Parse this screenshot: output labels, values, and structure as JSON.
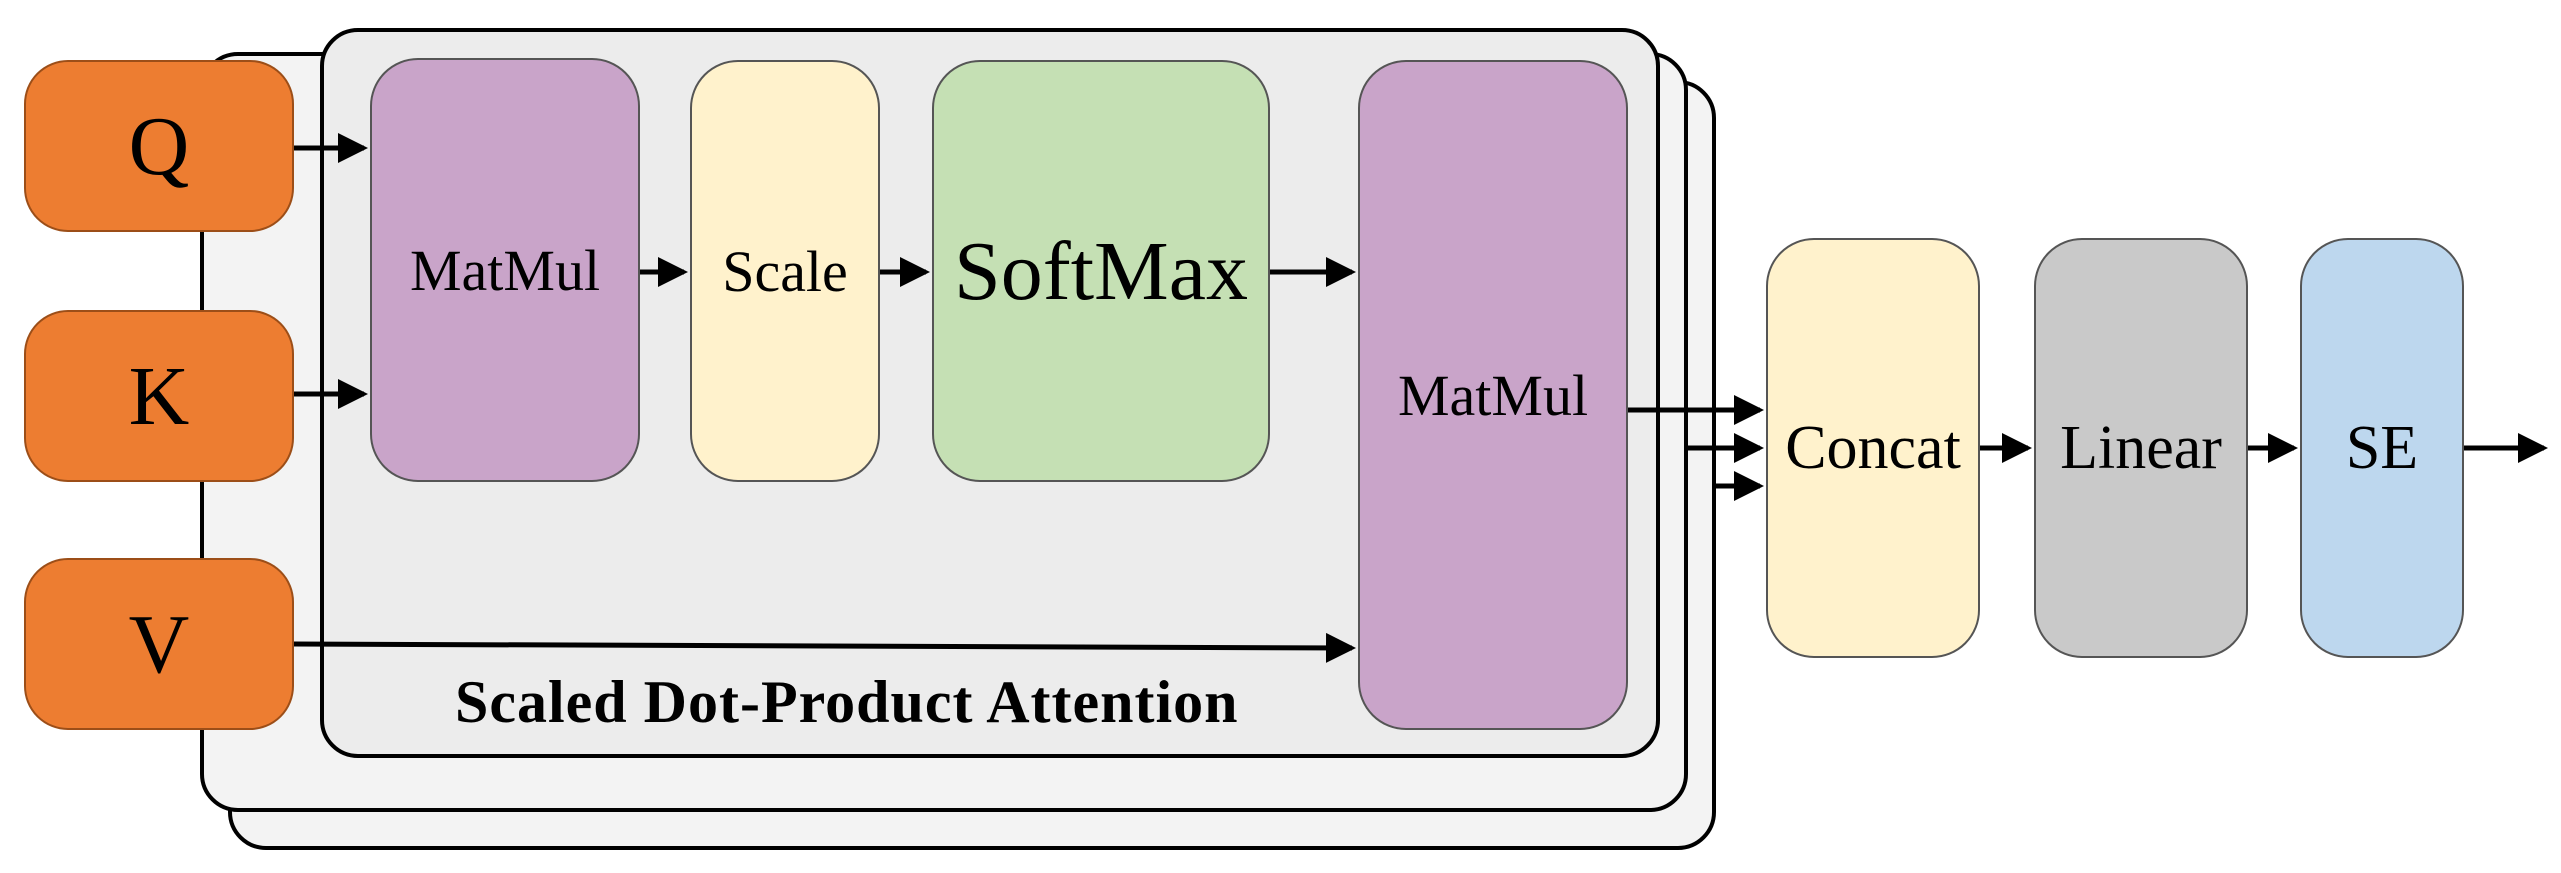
{
  "inputs": {
    "q": "Q",
    "k": "K",
    "v": "V"
  },
  "attention": {
    "title": "Scaled Dot-Product Attention",
    "matmul1": "MatMul",
    "scale": "Scale",
    "softmax": "SoftMax",
    "matmul2": "MatMul"
  },
  "head": {
    "concat": "Concat",
    "linear": "Linear",
    "se": "SE"
  },
  "colors": {
    "input": "#ED7D31",
    "matmul": "#C9A4C9",
    "scale": "#FFF2CC",
    "softmax": "#C5E0B4",
    "concat": "#FFF2CC",
    "linear": "#C9C9C9",
    "se": "#BDD7EE"
  }
}
